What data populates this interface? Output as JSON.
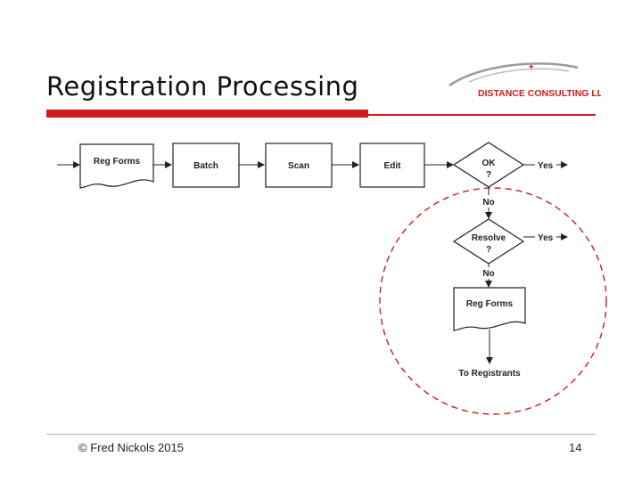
{
  "slide": {
    "title": "Registration Processing",
    "footer_copyright": "© Fred Nickols 2015",
    "page_number": "14",
    "accent_color": "#d11a1a"
  },
  "logo": {
    "text": "DISTANCE CONSULTING LLC",
    "color": "#d11a1a"
  },
  "flowchart": {
    "boxes": {
      "reg_forms_input": "Reg Forms",
      "batch": "Batch",
      "scan": "Scan",
      "edit": "Edit",
      "reg_forms_output": "Reg Forms"
    },
    "decisions": {
      "ok": {
        "line1": "OK",
        "line2": "?"
      },
      "resolve": {
        "line1": "Resolve",
        "line2": "?"
      }
    },
    "labels": {
      "ok_yes": "Yes",
      "ok_no": "No",
      "resolve_yes": "Yes",
      "resolve_no": "No",
      "to_registrants": "To Registrants"
    },
    "highlight_circle_color": "#d11a1a"
  }
}
